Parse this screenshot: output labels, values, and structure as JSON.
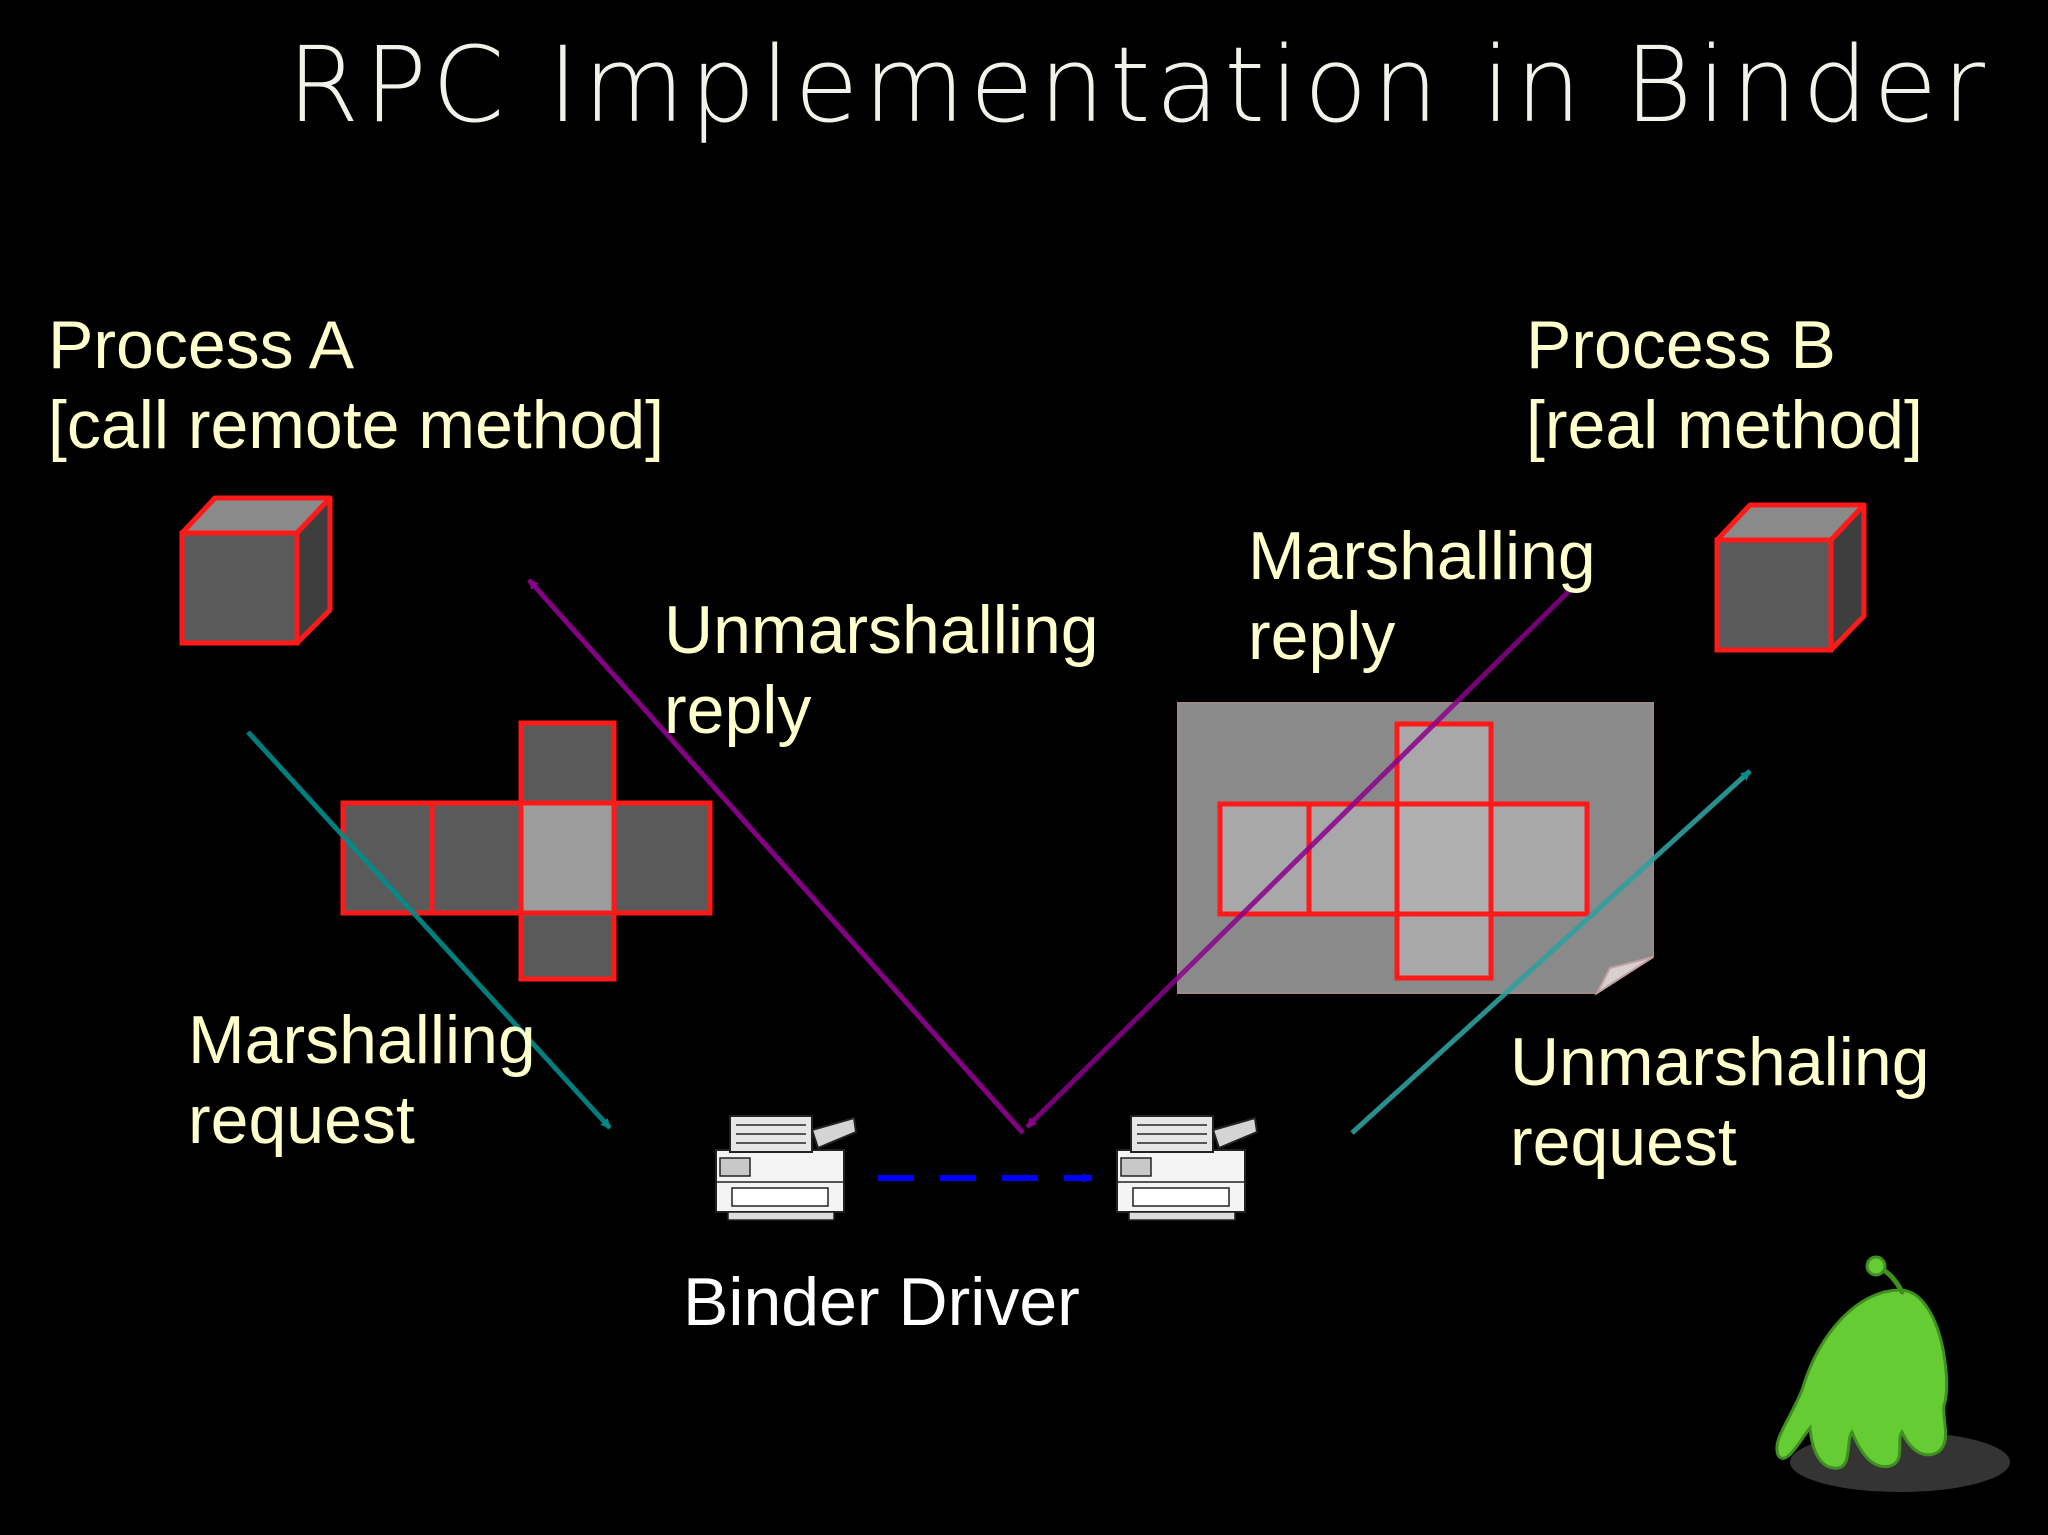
{
  "title": "RPC Implementation in Binder",
  "process_a": {
    "name": "Process A",
    "role": "[call remote method]"
  },
  "process_b": {
    "name": "Process B",
    "role": "[real method]"
  },
  "steps": {
    "marshalling_request": [
      "Marshalling",
      "request"
    ],
    "unmarshalling_request": [
      "Unmarshaling",
      "request"
    ],
    "marshalling_reply": [
      "Marshalling",
      "reply"
    ],
    "unmarshalling_reply": [
      "Unmarshalling",
      "reply"
    ]
  },
  "driver": {
    "label": "Binder Driver"
  },
  "colors": {
    "background": "#000000",
    "label_text": "#ffffcc",
    "cube_edge": "#ff1a1a",
    "request_arrow": "#008b8b",
    "reply_arrow": "#8b008b",
    "driver_arrow": "#0000ff",
    "mascot": "#66cc33"
  },
  "icons": {
    "process_object": "cube-icon",
    "serialized_data": "cube-net-icon",
    "driver_endpoint": "fax-machine-icon",
    "mascot": "android-ghost-icon"
  }
}
